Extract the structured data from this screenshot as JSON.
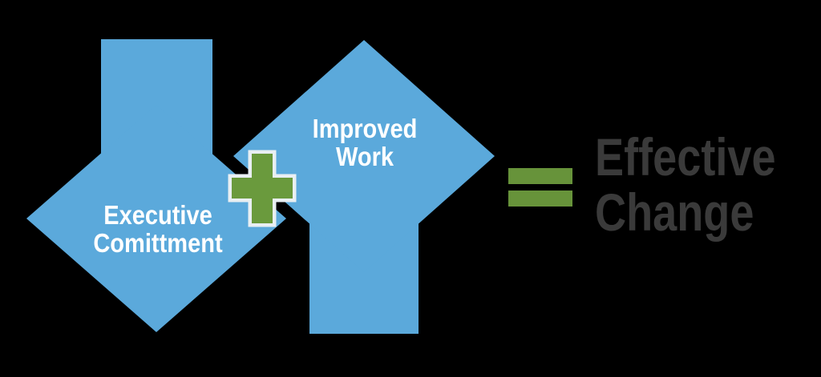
{
  "diagram": {
    "title_semantic": "executive commitment plus improved work equals effective change",
    "background_color": "#000000",
    "colors": {
      "arrow_blue": "#5BA9DB",
      "plus_green": "#6A9A3D",
      "plus_outline": "#E9EFF3",
      "equals_green": "#67933A",
      "result_text": "#3A3A3A",
      "arrow_label_text": "#FFFFFF"
    },
    "left_arrow": {
      "direction": "down",
      "label_line1": "Executive",
      "label_line2": "Comittment"
    },
    "operator_plus": "+",
    "right_arrow": {
      "direction": "up",
      "label_line1": "Improved",
      "label_line2": "Work"
    },
    "operator_equals": "=",
    "result": {
      "line1": "Effective",
      "line2": "Change"
    }
  }
}
